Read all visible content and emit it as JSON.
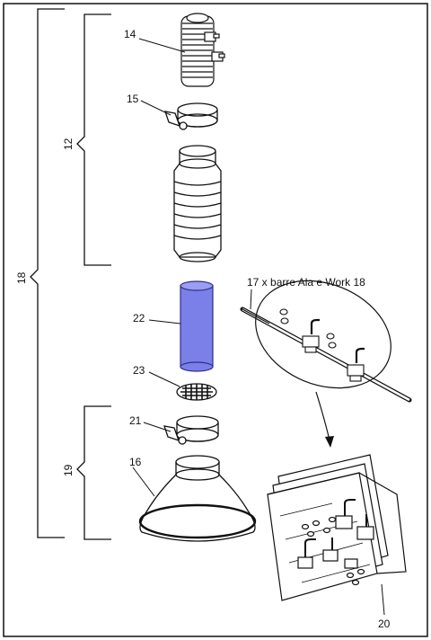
{
  "labels": {
    "hose": "14",
    "upper_clamp": "15",
    "upper_assembly": "12",
    "kit": "18",
    "filter": "22",
    "grid": "23",
    "lower_clamp": "21",
    "lower_assembly": "19",
    "funnel": "16",
    "bar": "17 x barre Ala e Work 18",
    "booklet": "20"
  },
  "colors": {
    "filter_fill": "#7b7fe8",
    "filter_stroke": "#2c2f8a",
    "line": "#111111"
  }
}
